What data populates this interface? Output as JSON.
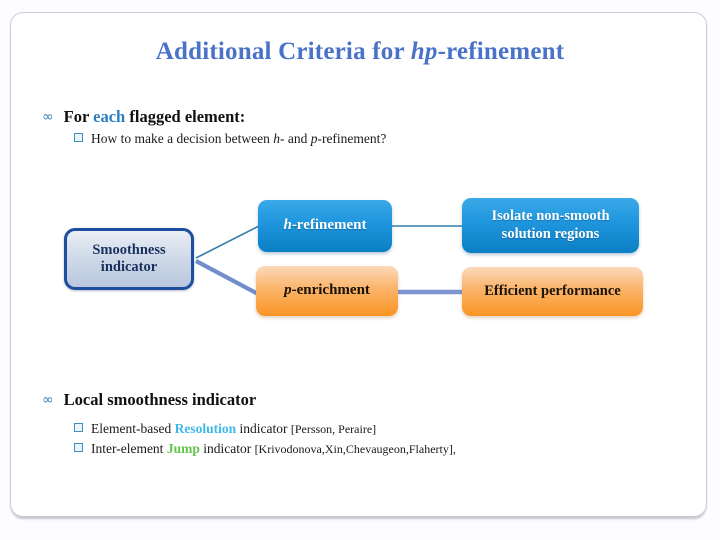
{
  "slide": {
    "title_prefix": "Additional Criteria for ",
    "title_italic": "hp",
    "title_suffix": "-refinement"
  },
  "bullets": {
    "b1_glyph": "∞",
    "b1_pre": "For ",
    "b1_hl": "each",
    "b1_post": " flagged element:",
    "sub1_pre": "How to make a decision between ",
    "sub1_h": "h",
    "sub1_mid": "- and ",
    "sub1_p": "p",
    "sub1_post": "-refinement?",
    "b2_glyph": "∞",
    "b2_text": "Local smoothness indicator",
    "sub2_pre": "Element-based ",
    "sub2_hl": "Resolution",
    "sub2_post": " indicator ",
    "sub2_cite": "[Persson, Peraire]",
    "sub3_pre": "Inter-element ",
    "sub3_hl": "Jump",
    "sub3_post": " indicator  ",
    "sub3_cite": "[Krivodonova,Xin,Chevaugeon,Flaherty],"
  },
  "diagram": {
    "smoothness_line1": "Smoothness",
    "smoothness_line2": "indicator",
    "h_italic": "h",
    "h_label": "-refinement",
    "p_italic": "p",
    "p_label": "-enrichment",
    "isolate_line1": "Isolate non-smooth",
    "isolate_line2": "solution regions",
    "efficient_label": "Efficient performance"
  },
  "colors": {
    "title_blue": "#4a72c8",
    "accent_blue": "#2a7ec0",
    "accent_cyan": "#3fb8e8",
    "accent_green": "#63c44a",
    "box_blue": "#1f95dd",
    "box_orange": "#f99523",
    "smoothness_border": "#1d4f9e",
    "connector_thin": "#2e7ea8",
    "connector_thick": "#7e96cf"
  }
}
